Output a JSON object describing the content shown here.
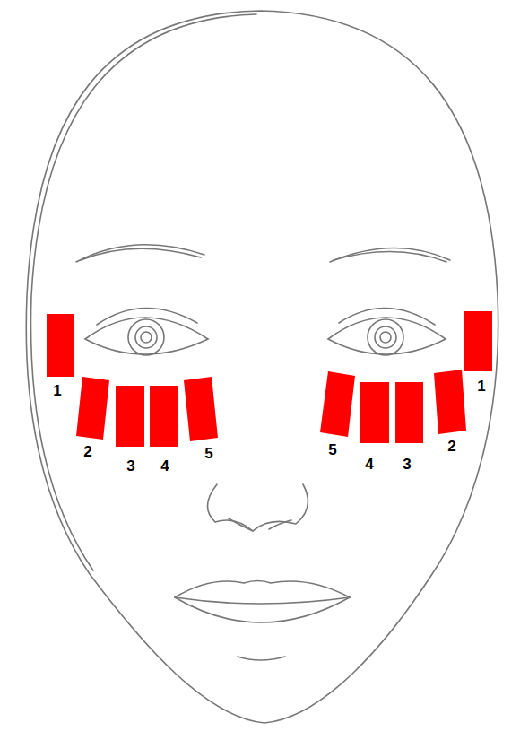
{
  "diagram": {
    "labels": [
      "1",
      "2",
      "3",
      "4",
      "5",
      "5",
      "4",
      "3",
      "2",
      "1"
    ]
  }
}
